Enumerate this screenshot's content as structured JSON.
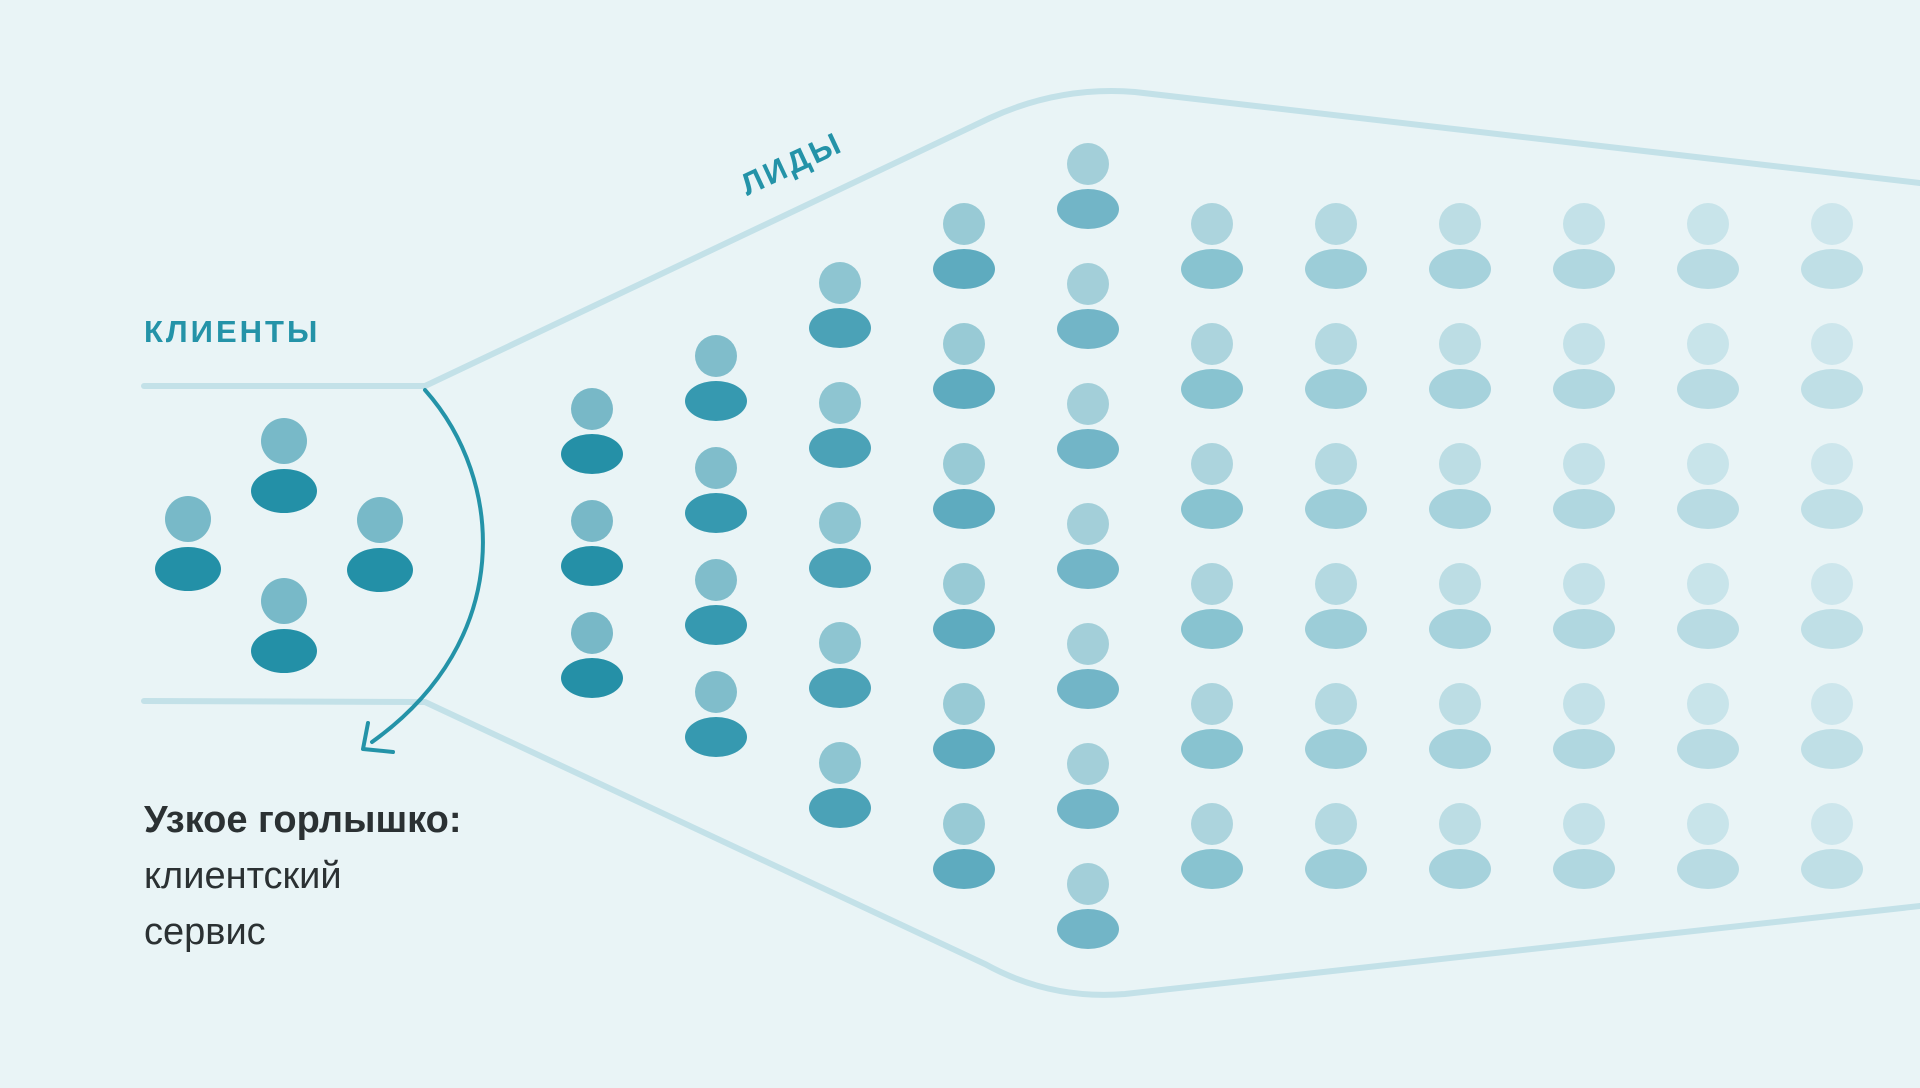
{
  "labels": {
    "clients": "КЛИЕНТЫ",
    "leads": "ЛИДЫ"
  },
  "caption": {
    "title": "Узкое горлышко:",
    "line1": "клиентский",
    "line2": "сервис"
  },
  "colors": {
    "background": "#e9f4f6",
    "outline": "#c3e1e8",
    "accent": "#2493a8",
    "text": "#2b3133"
  },
  "groups": {
    "clients_count": 4,
    "lead_columns": [
      3,
      4,
      5,
      6,
      7,
      6,
      6,
      6,
      6,
      6,
      6
    ]
  }
}
